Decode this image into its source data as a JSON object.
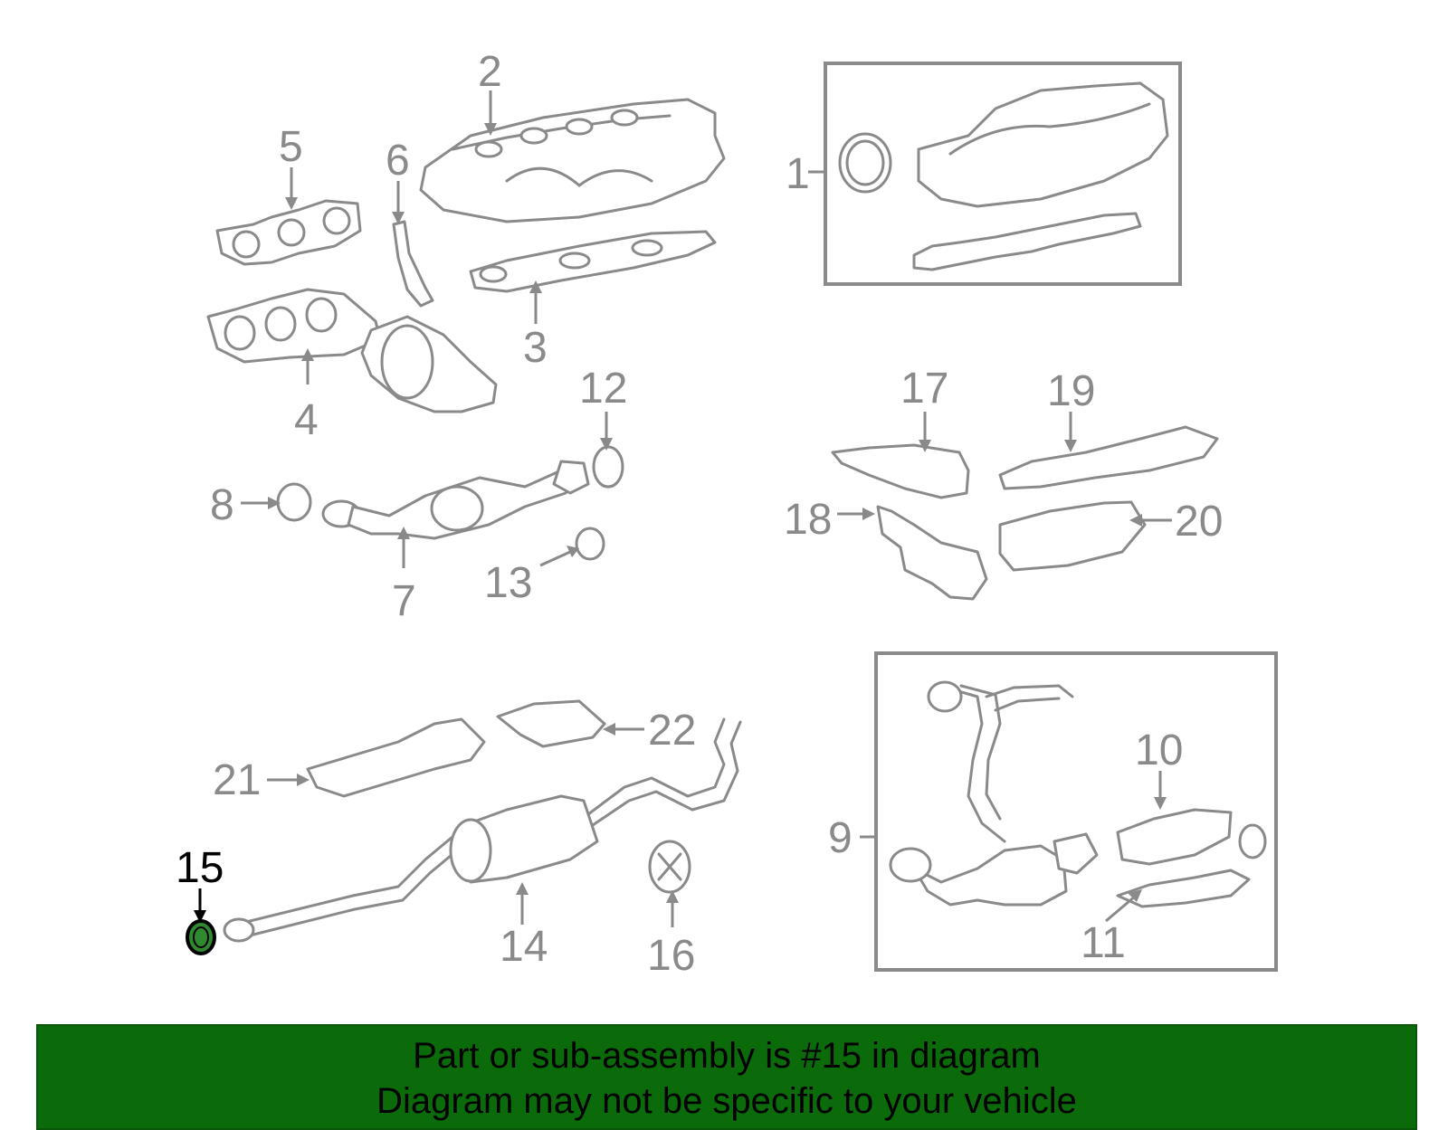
{
  "diagram": {
    "highlight_color": "#2f8a2f",
    "callouts": {
      "c1": "1",
      "c2": "2",
      "c3": "3",
      "c4": "4",
      "c5": "5",
      "c6": "6",
      "c7": "7",
      "c8": "8",
      "c9": "9",
      "c10": "10",
      "c11": "11",
      "c12": "12",
      "c13": "13",
      "c14": "14",
      "c15": "15",
      "c16": "16",
      "c17": "17",
      "c18": "18",
      "c19": "19",
      "c20": "20",
      "c21": "21",
      "c22": "22"
    },
    "highlighted_part": "15"
  },
  "banner": {
    "line1": "Part or sub-assembly is #15 in diagram",
    "line2": "Diagram may not be specific to your vehicle",
    "background": "#0b6b0b"
  }
}
